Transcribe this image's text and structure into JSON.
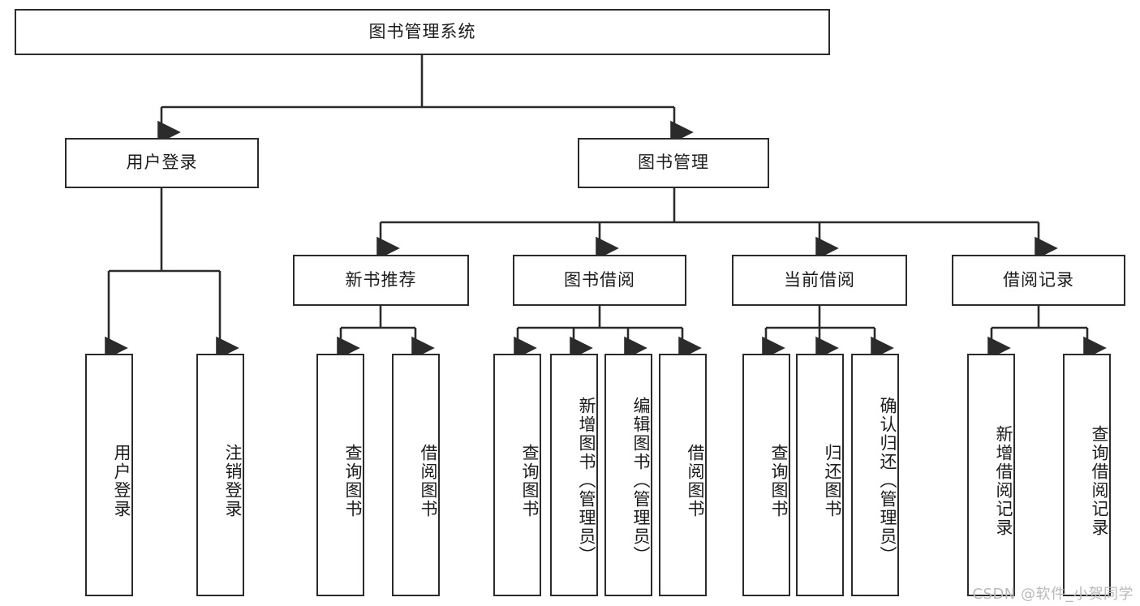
{
  "diagram": {
    "title": "图书管理系统",
    "type": "tree-hierarchy",
    "stroke_color": "#2b2b2b",
    "fill_color": "#ffffff",
    "text_color": "#1b1b1b"
  },
  "root": {
    "label": "图书管理系统"
  },
  "level2": [
    {
      "label": "用户登录"
    },
    {
      "label": "图书管理"
    }
  ],
  "level3": [
    {
      "label": "新书推荐"
    },
    {
      "label": "图书借阅"
    },
    {
      "label": "当前借阅"
    },
    {
      "label": "借阅记录"
    }
  ],
  "leaves": {
    "user_login": [
      {
        "label": "用户登录"
      },
      {
        "label": "注销登录"
      }
    ],
    "new_book_recommend": [
      {
        "label": "查询图书"
      },
      {
        "label": "借阅图书"
      }
    ],
    "book_borrow": [
      {
        "label": "查询图书"
      },
      {
        "label": "新增图书（管理员）"
      },
      {
        "label": "编辑图书（管理员）"
      },
      {
        "label": "借阅图书"
      }
    ],
    "current_borrow": [
      {
        "label": "查询图书"
      },
      {
        "label": "归还图书"
      },
      {
        "label": "确认归还（管理员）"
      }
    ],
    "borrow_record": [
      {
        "label": "新增借阅记录"
      },
      {
        "label": "查询借阅记录"
      }
    ]
  },
  "watermark": {
    "text": "CSDN @软件_小贺同学"
  }
}
